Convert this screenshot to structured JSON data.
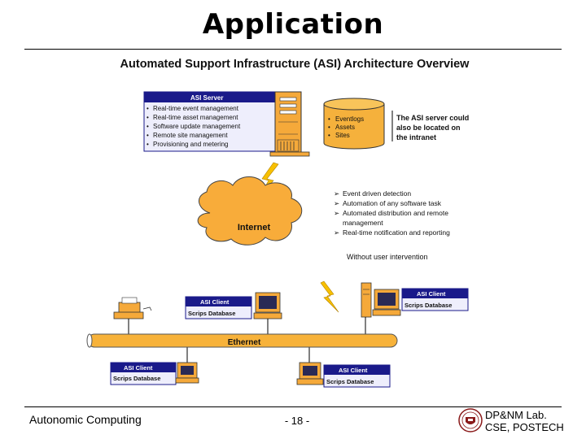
{
  "page": {
    "title": "Application",
    "footer_left": "Autonomic Computing",
    "footer_center": "- 18 -",
    "footer_right_line1": "DP&NM Lab.",
    "footer_right_line2": "CSE, POSTECH"
  },
  "diagram": {
    "heading": "Automated Support Infrastructure (ASI) Architecture Overview",
    "server_box": {
      "title": "ASI Server",
      "items": [
        "Real-time event management",
        "Real-time asset management",
        "Software update management",
        "Remote site management",
        "Provisioning and metering"
      ]
    },
    "database_items": [
      "Eventlogs",
      "Assets",
      "Sites"
    ],
    "server_note": [
      "The ASI server could",
      "also be located on",
      "the intranet"
    ],
    "features": [
      "Event driven detection",
      "Automation of any software task",
      "Automated distribution and remote",
      "management",
      "Real-time notification and reporting"
    ],
    "features_note": "Without user intervention",
    "internet_label": "Internet",
    "ethernet_label": "Ethernet",
    "client_title": "ASI Client",
    "client_db": "Scrips Database",
    "colors": {
      "box": "#eeeefc",
      "box_title": "#1a1a8a",
      "db": "#f5b13c",
      "cloud": "#f8ac3a",
      "ethernet": "#f7b23a",
      "bolt": "#f8c000",
      "pc": "#f5a93a"
    }
  }
}
